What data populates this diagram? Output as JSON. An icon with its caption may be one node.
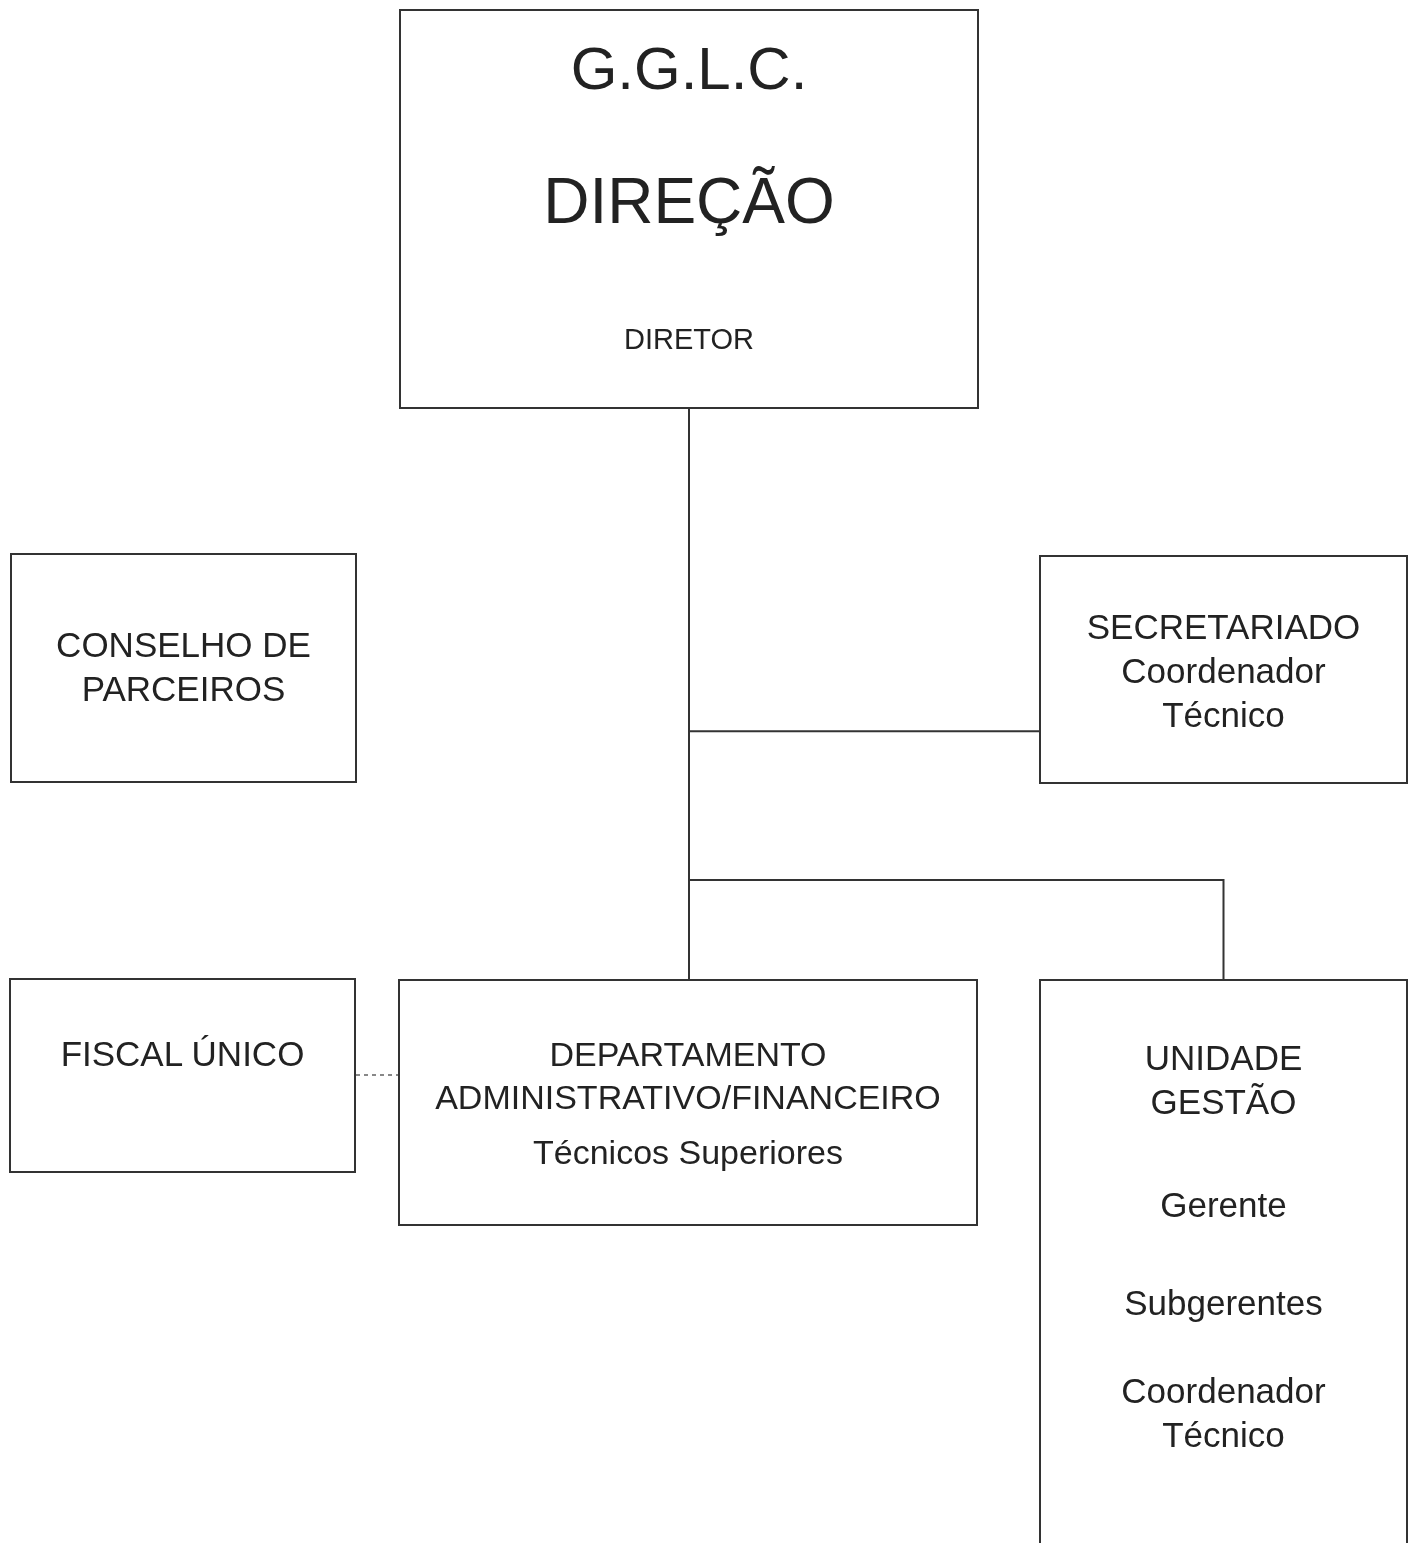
{
  "diagram": {
    "nodes": [
      {
        "text": [
          "G.G.L.C.",
          "DIREÇÃO",
          "DIRETOR"
        ]
      },
      {
        "text": [
          "CONSELHO DE PARCEIROS"
        ]
      },
      {
        "text": [
          "SECRETARIADO",
          "Coordenador Técnico"
        ]
      },
      {
        "text": [
          "FISCAL ÚNICO"
        ]
      },
      {
        "text": [
          "DEPARTAMENTO ADMINISTRATIVO/FINANCEIRO",
          "Técnicos Superiores"
        ]
      },
      {
        "text": [
          "UNIDADE GESTÃO",
          "Gerente",
          "Subgerentes",
          "Coordenador Técnico"
        ]
      }
    ],
    "edges": [
      {
        "from": 0,
        "to": 2,
        "arrow": "none"
      },
      {
        "from": 0,
        "to": 4,
        "arrow": "none"
      },
      {
        "from": 0,
        "to": 5,
        "arrow": "none"
      },
      {
        "from": 3,
        "to": 4,
        "arrow": "none",
        "style": "dashed",
        "color": "#888888"
      }
    ]
  }
}
